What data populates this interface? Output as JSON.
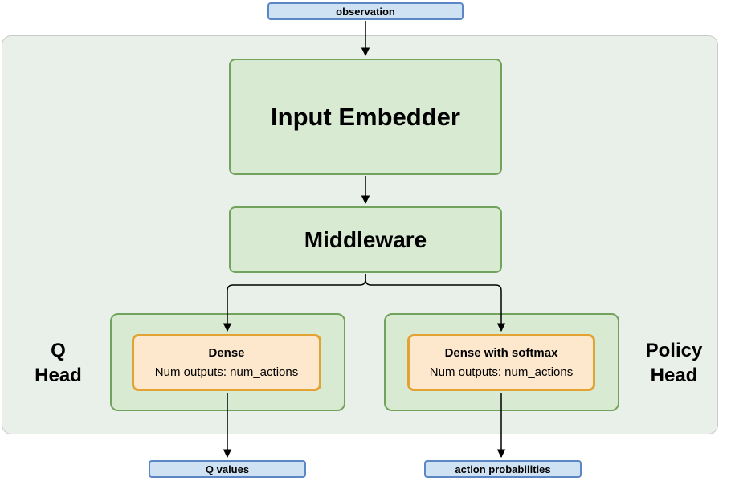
{
  "diagram": {
    "observation_label": "observation",
    "input_embedder_label": "Input Embedder",
    "middleware_label": "Middleware",
    "q_head": {
      "label_line1": "Q",
      "label_line2": "Head",
      "dense_title": "Dense",
      "dense_subtitle": "Num outputs: num_actions",
      "output_label": "Q values"
    },
    "policy_head": {
      "label_line1": "Policy",
      "label_line2": "Head",
      "dense_title": "Dense with softmax",
      "dense_subtitle": "Num outputs: num_actions",
      "output_label": "action probabilities"
    },
    "colors": {
      "blue_fill": "#cfe2f3",
      "blue_border": "#5b87c5",
      "green_fill": "#d9ead3",
      "green_border": "#72a35c",
      "orange_fill": "#fde8cd",
      "orange_border": "#e2a334",
      "container_fill": "#e9efe9",
      "container_border": "#c9c9c9",
      "arrow_color": "#000000"
    }
  }
}
